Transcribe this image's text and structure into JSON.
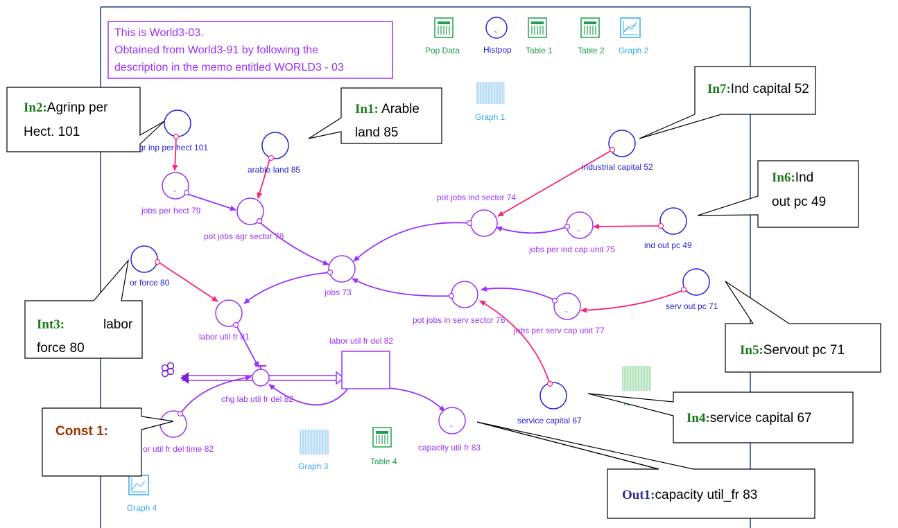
{
  "colors": {
    "frame": "#1f3f7a",
    "purple": "#9b30ff",
    "blue": "#2222dd",
    "magenta": "#ff1f7a",
    "green": "#1e9e4f",
    "cyan": "#33aaee",
    "callout_green": "#1a7a1a",
    "callout_brown": "#993300",
    "callout_navy": "#2a2a99"
  },
  "note": {
    "line1": "This is World3-03.",
    "line2": "Obtained from World3-91 by following the",
    "line3": "description in the memo entitled WORLD3 - 03"
  },
  "toolbar": {
    "pop_data": "Pop Data",
    "histpop": "Histpop",
    "table1": "Table 1",
    "table2": "Table 2",
    "graph2": "Graph 2",
    "graph1": "Graph 1",
    "graph3": "Graph 3",
    "table4": "Table 4",
    "graph4": "Graph 4",
    "table3_partial": "Ta"
  },
  "nodes": {
    "agr_inp_per_hect": "gr inp per hect 101",
    "arable_land": "arable land 85",
    "jobs_per_hect": "jobs per hect 79",
    "pot_jobs_agr_sector": "pot jobs agr sector 78",
    "industrial_capital": "industrial capital 52",
    "pot_jobs_ind_sector": "pot jobs ind sector 74",
    "jobs_per_ind_cap_unit": "jobs per ind cap unit 75",
    "ind_out_pc": "ind out pc 49",
    "labor_force": "or force 80",
    "jobs": "jobs 73",
    "labor_util_fr": "labor util fr 81",
    "pot_jobs_in_serv_sector": "pot jobs in serv sector 76",
    "jobs_per_serv_cap_unit": "jobs per serv cap unit 77",
    "serv_out_pc": "serv out pc 71",
    "labor_util_fr_del": "labor util fr del 82",
    "chg_lab_util_fr_del": "chg lab util fr del 82",
    "labor_util_fr_del_time": "or util fr del time 82",
    "capacity_util_fr": "capacity util fr 83",
    "service_capital": "service capital 67"
  },
  "callouts": {
    "in1": {
      "bold": "In1:",
      "line1": " Arable",
      "line2": "land 85"
    },
    "in2": {
      "bold": "In2:",
      "line1": "Agrinp per",
      "line2": "Hect. 101"
    },
    "int3": {
      "bold": "Int3:",
      "line1": "labor",
      "line2": "force 80"
    },
    "in4": {
      "bold": "In4:",
      "line1": "service capital 67"
    },
    "in5": {
      "bold": "In5:",
      "line1": "Servout  pc 71"
    },
    "in6": {
      "bold": "In6:",
      "line1": "Ind",
      "line2": "out pc 49"
    },
    "in7": {
      "bold": "In7:",
      "line1": "Ind capital 52"
    },
    "const1": {
      "bold": "Const 1:"
    },
    "out1": {
      "bold": "Out1:",
      "line1": "capacity util_fr 83"
    }
  }
}
